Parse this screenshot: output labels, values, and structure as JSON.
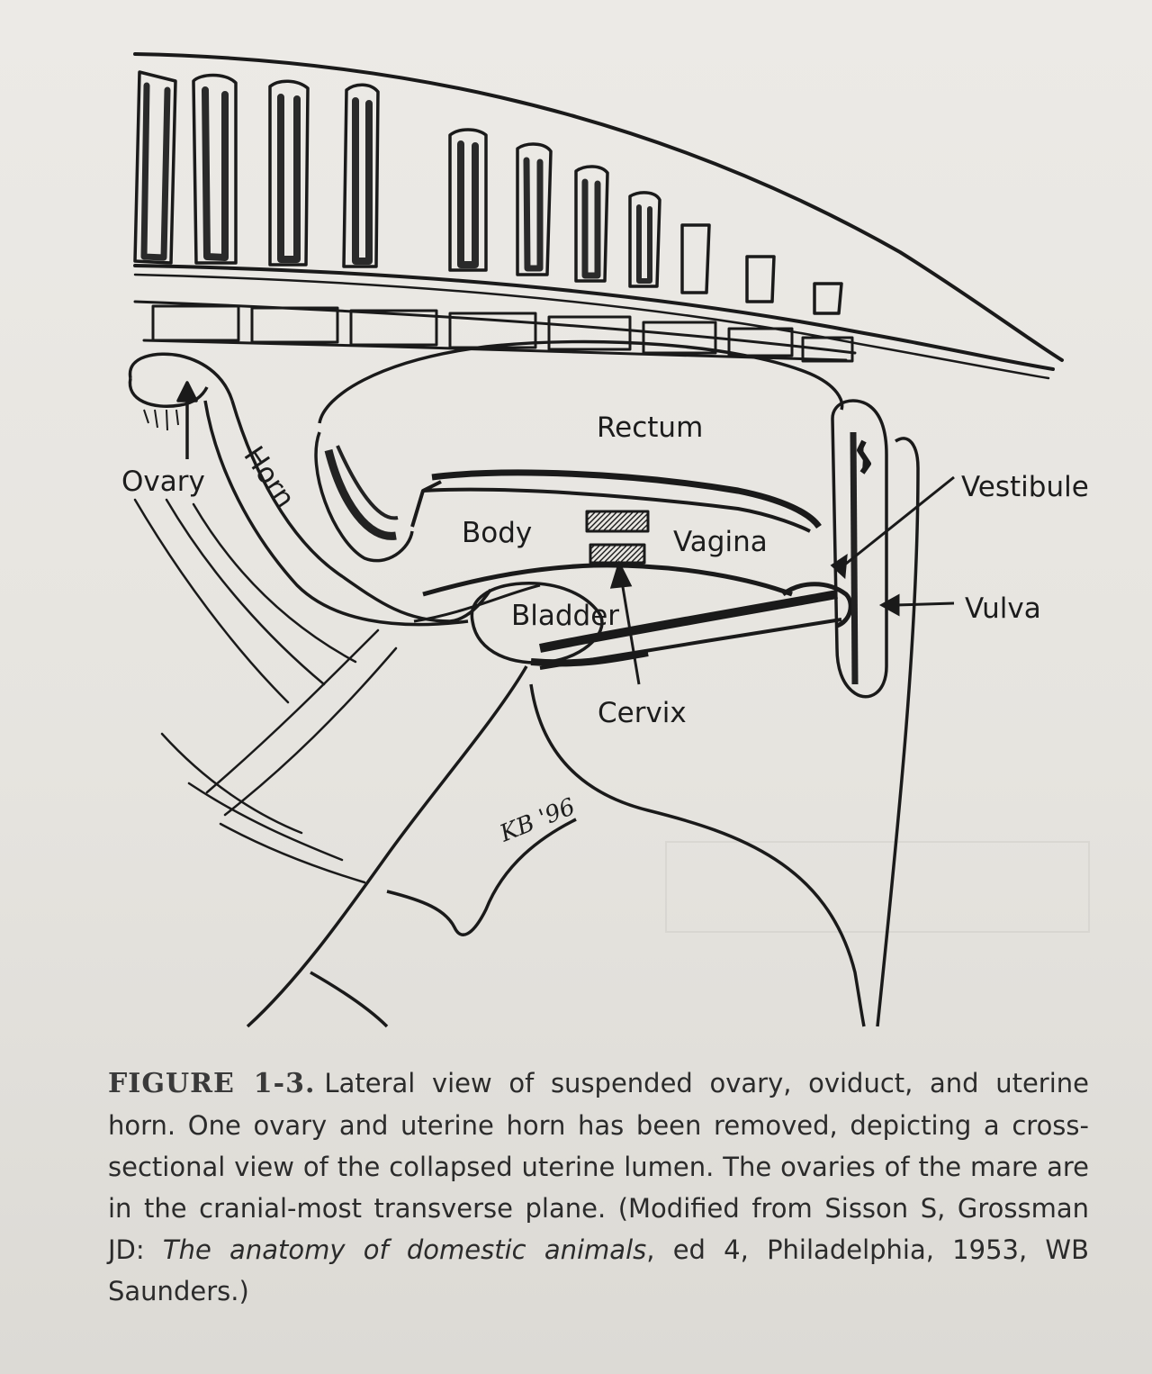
{
  "figure": {
    "labels": {
      "ovary": "Ovary",
      "horn": "Horn",
      "rectum": "Rectum",
      "body": "Body",
      "vagina": "Vagina",
      "bladder": "Bladder",
      "cervix": "Cervix",
      "vestibule": "Vestibule",
      "vulva": "Vulva"
    },
    "signature": "KB '96",
    "ink_color": "#1a1a1a"
  },
  "caption": {
    "figure_label": "FIGURE 1-3.",
    "text": "Lateral view of suspended ovary, oviduct, and uterine horn. One ovary and uterine horn has been removed, depicting a cross-sectional view of the collapsed uterine lumen. The ovaries of the mare are in the cranial-most transverse plane. (Modified from Sisson S, Grossman JD: ",
    "source_title": "The anatomy of domestic animals",
    "source_rest": ", ed 4, Philadelphia, 1953, WB Saunders.)"
  }
}
